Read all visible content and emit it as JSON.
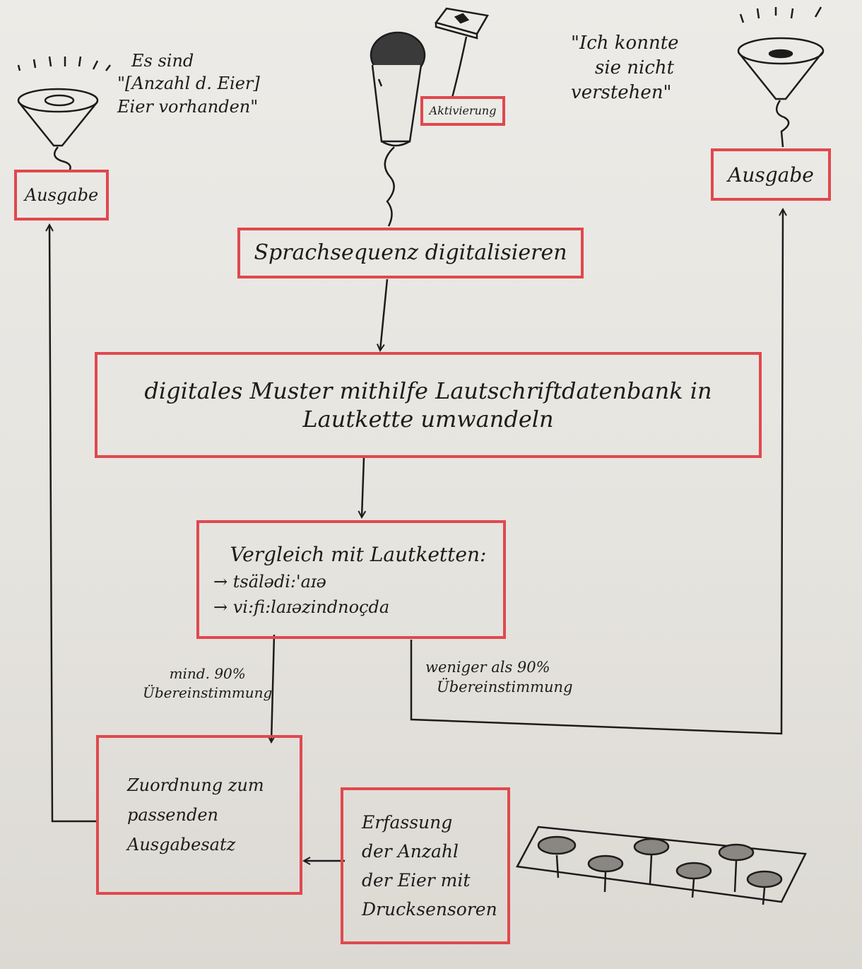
{
  "boxes": {
    "aktivierung": "Aktivierung",
    "ausgabe_left": "Ausgabe",
    "ausgabe_right": "Ausgabe",
    "digitalisieren": "Sprachsequenz digitalisieren",
    "umwandeln": [
      "digitales Muster mithilfe Lautschriftdatenbank in",
      "Lautkette umwandeln"
    ],
    "vergleich": {
      "title": "Vergleich mit Lautketten:",
      "items": [
        "→ tsälədi:'aɪə",
        "→ vi:fi:laɪəzindnoçda"
      ]
    },
    "zuordnung": [
      "Zuordnung zum",
      "passenden",
      "Ausgabesatz"
    ],
    "erfassung": [
      "Erfassung",
      "der Anzahl",
      "der Eier mit",
      "Drucksensoren"
    ]
  },
  "notes": {
    "left_speech": [
      "Es sind",
      "\"[Anzahl d. Eier]",
      "Eier vorhanden\""
    ],
    "right_speech": [
      "\"Ich konnte",
      "sie nicht",
      "verstehen\""
    ],
    "match_yes": [
      "mind. 90%",
      "Übereinstimmung"
    ],
    "match_no": [
      "weniger als 90%",
      "Übereinstimmung"
    ]
  },
  "colors": {
    "box_border": "#e0484e",
    "ink": "#1c1c1c",
    "paper": "#e9e7e2"
  }
}
